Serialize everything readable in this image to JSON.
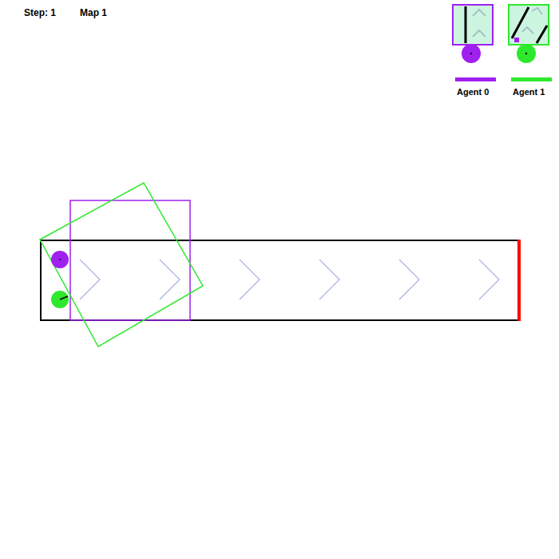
{
  "diagram": {
    "labels": [
      "Step: 1",
      "Map 1"
    ],
    "legend": [
      {
        "text": "Agent 0",
        "color": "#a020f0"
      },
      {
        "text": "Agent 1",
        "color": "#2ee82e"
      }
    ]
  }
}
